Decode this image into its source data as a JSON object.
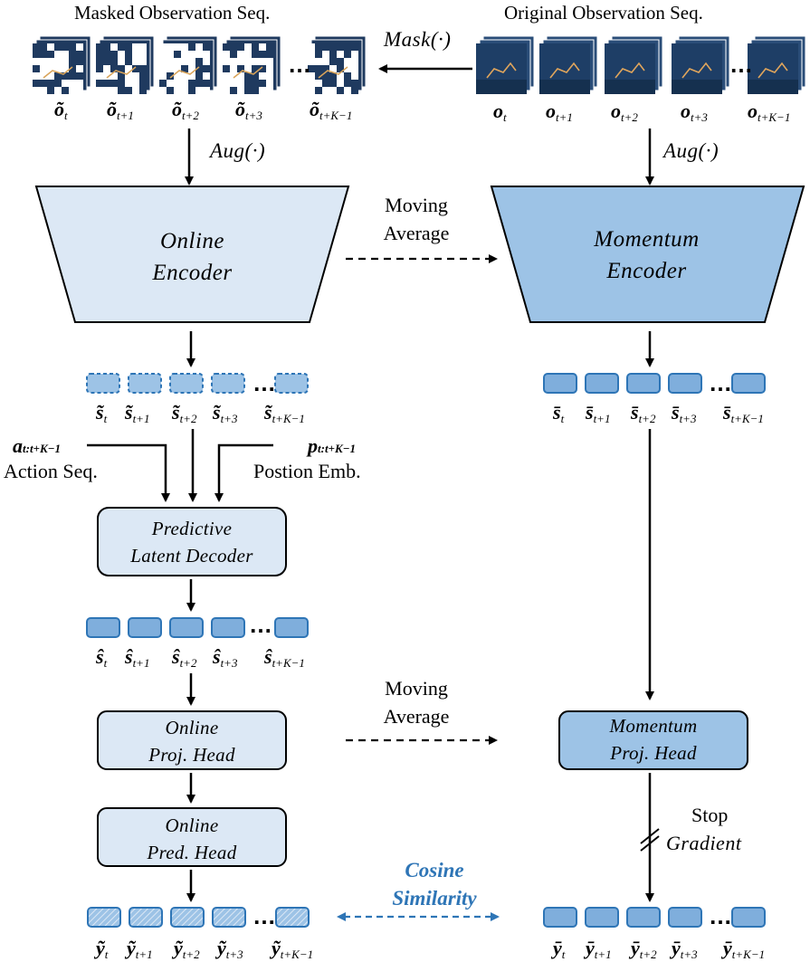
{
  "headers": {
    "masked": "Masked Observation Seq.",
    "original": "Original Observation Seq."
  },
  "functions": {
    "mask": "Mask(·)",
    "aug_left": "Aug(·)",
    "aug_right": "Aug(·)"
  },
  "online_encoder": {
    "line1": "Online",
    "line2": "Encoder"
  },
  "momentum_encoder": {
    "line1": "Momentum",
    "line2": "Encoder"
  },
  "moving_average_top": {
    "line1": "Moving",
    "line2": "Average"
  },
  "moving_average_mid": {
    "line1": "Moving",
    "line2": "Average"
  },
  "decoder": {
    "line1": "Predictive",
    "line2": "Latent Decoder"
  },
  "online_proj": {
    "line1": "Online",
    "line2": "Proj. Head"
  },
  "online_pred": {
    "line1": "Online",
    "line2": "Pred. Head"
  },
  "momentum_proj": {
    "line1": "Momentum",
    "line2": "Proj. Head"
  },
  "action_seq": {
    "symbol": "a",
    "subscript": "t:t+K−1",
    "label": "Action Seq."
  },
  "position_emb": {
    "symbol": "p",
    "subscript": "t:t+K−1",
    "label": "Postion Emb."
  },
  "stop_gradient": {
    "line1": "Stop",
    "line2": "Gradient"
  },
  "cosine": {
    "line1": "Cosine",
    "line2": "Similarity"
  },
  "ellipsis": "…",
  "subscripts": [
    "t",
    "t+1",
    "t+2",
    "t+3",
    "t+K−1"
  ],
  "sequences": {
    "masked_obs": {
      "symbol": "õ",
      "accent": "tilde"
    },
    "original_obs": {
      "symbol": "o",
      "accent": "none"
    },
    "online_latent": {
      "symbol": "s̃",
      "accent": "tilde"
    },
    "momentum_latent": {
      "symbol": "s̄",
      "accent": "bar"
    },
    "decoded_latent": {
      "symbol": "ŝ",
      "accent": "hat"
    },
    "online_pred": {
      "symbol": "ỹ",
      "accent": "tilde"
    },
    "momentum_proj": {
      "symbol": "ȳ",
      "accent": "bar"
    }
  },
  "colors": {
    "light_fill": "#dce8f5",
    "dark_fill": "#9dc3e6",
    "token_fill": "#7faedc",
    "token_stroke": "#2e75b6",
    "token_dashed_fill": "#9dc3e6",
    "cosine_blue": "#2e75b6"
  }
}
